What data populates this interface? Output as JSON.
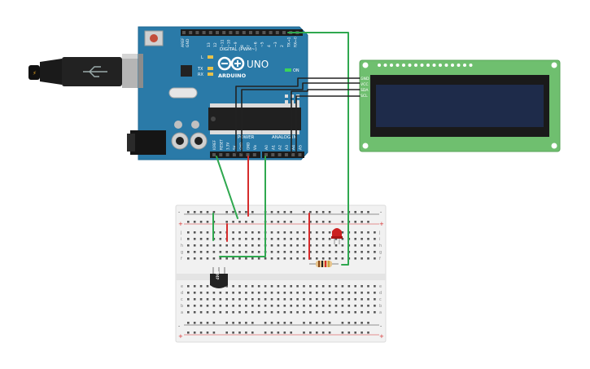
{
  "arduino": {
    "logo_text": "ARDUINO",
    "model": "UNO",
    "digital_header": "DIGITAL (PWM~)",
    "power_header": "POWER",
    "analog_header": "ANALOG IN",
    "aref": "AREF",
    "gnd": "GND",
    "tx": "TX",
    "rx": "RX",
    "l_led": "L",
    "on_label": "ON",
    "digital_pins": [
      "13",
      "12",
      "~11",
      "~10",
      "~9",
      "8",
      "7",
      "~6",
      "~5",
      "4",
      "~3",
      "2",
      "TX→1",
      "RX←0"
    ],
    "power_pins": [
      "IOREF",
      "RESET",
      "3.3V",
      "5V",
      "GND",
      "GND",
      "Vin"
    ],
    "analog_pins": [
      "A0",
      "A1",
      "A2",
      "A3",
      "A4",
      "A5"
    ]
  },
  "lcd": {
    "pins": [
      "GND",
      "VCC",
      "SDA",
      "SCL"
    ]
  },
  "sensor": {
    "label": "TMP"
  },
  "breadboard": {
    "row_letters_top": [
      "j",
      "i",
      "h",
      "g",
      "f"
    ],
    "row_letters_bottom": [
      "e",
      "d",
      "c",
      "b",
      "a"
    ],
    "rail_plus": "+",
    "rail_minus": "-"
  },
  "colors": {
    "arduino_board": "#2a7aa8",
    "lcd_board": "#6fbf6f",
    "lcd_screen": "#1e2b4a",
    "wire_green": "#2fa84f",
    "wire_red": "#d62c2c",
    "wire_black": "#222222",
    "led": "#cc2020"
  }
}
